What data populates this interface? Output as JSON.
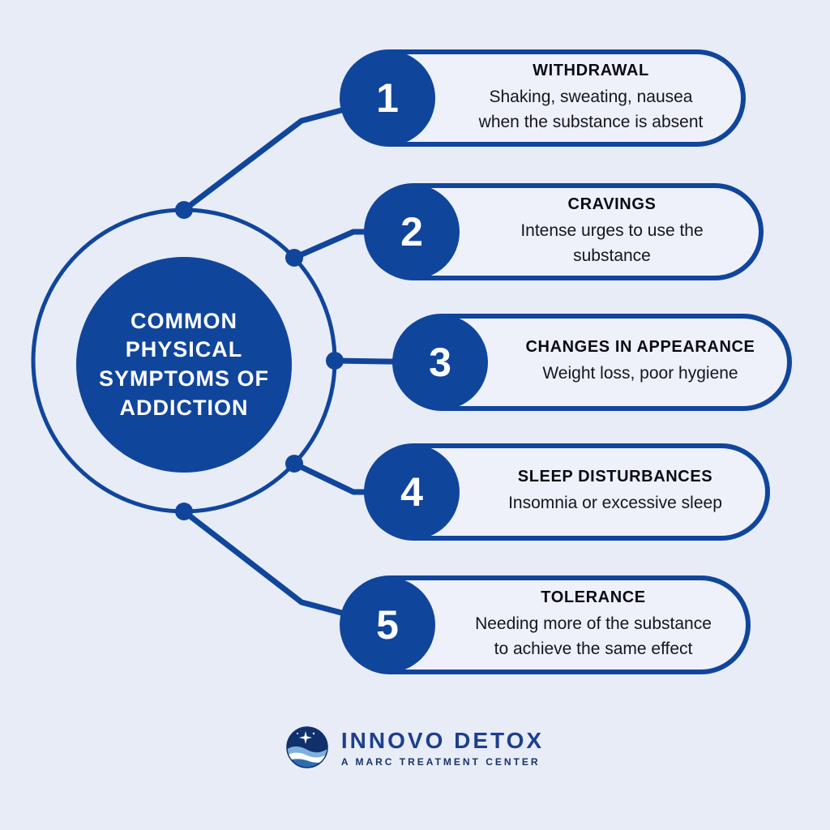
{
  "colors": {
    "primary": "#10459c",
    "background": "#e8ecf7",
    "pill_fill": "#eef1fa",
    "center_text": "#ffffff",
    "brand_text": "#1d3f8c"
  },
  "center": {
    "title": "COMMON\nPHYSICAL\nSYMPTOMS OF\nADDICTION"
  },
  "items": [
    {
      "number": "1",
      "title": "WITHDRAWAL",
      "description": "Shaking, sweating, nausea\nwhen the substance is absent"
    },
    {
      "number": "2",
      "title": "CRAVINGS",
      "description": "Intense urges to use the\nsubstance"
    },
    {
      "number": "3",
      "title": "CHANGES IN APPEARANCE",
      "description": "Weight loss, poor hygiene"
    },
    {
      "number": "4",
      "title": "SLEEP DISTURBANCES",
      "description": "Insomnia or excessive sleep"
    },
    {
      "number": "5",
      "title": "TOLERANCE",
      "description": "Needing more of the substance\nto achieve the same effect"
    }
  ],
  "footer": {
    "brand": "INNOVO DETOX",
    "tagline": "A MARC TREATMENT CENTER"
  }
}
